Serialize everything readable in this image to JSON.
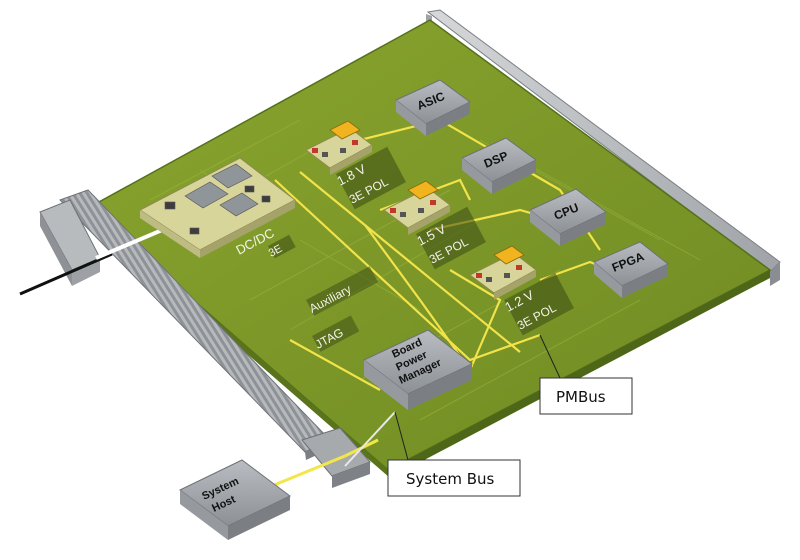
{
  "chips": {
    "asic": "ASIC",
    "dsp": "DSP",
    "cpu": "CPU",
    "fpga": "FPGA",
    "board_power_manager": [
      "Board",
      "Power",
      "Manager"
    ],
    "system_host": [
      "System",
      "Host"
    ]
  },
  "converters": {
    "dcdc_name": "DC/DC",
    "dcdc_tag": "3E",
    "pol_18_voltage": "1.8 V",
    "pol_18_tag": "3E POL",
    "pol_15_voltage": "1.5 V",
    "pol_15_tag": "3E POL",
    "pol_12_voltage": "1.2 V",
    "pol_12_tag": "3E POL"
  },
  "board_labels": {
    "auxiliary": "Auxiliary",
    "jtag": "JTAG"
  },
  "callouts": {
    "pmbus": "PMBus",
    "system_bus": "System Bus"
  },
  "colors": {
    "pcb": "#7f9a2a",
    "trace": "#f2e34a",
    "chip": "#a3a7ac"
  }
}
